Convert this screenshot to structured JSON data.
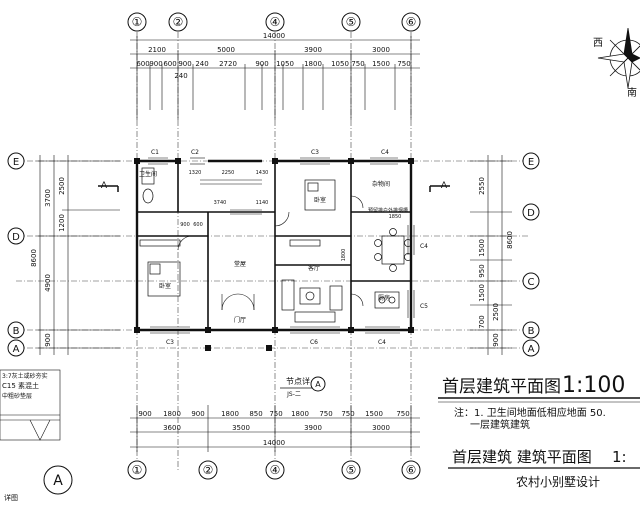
{
  "axis_labels": {
    "columns": [
      "①",
      "②",
      "④",
      "⑤",
      "⑥"
    ],
    "rows": [
      "E",
      "D",
      "C",
      "B",
      "A"
    ]
  },
  "dimensions": {
    "top_row1": [
      "14000"
    ],
    "top_row2": [
      "2100",
      "5000",
      "3900",
      "3000"
    ],
    "top_row3": [
      "600",
      "900",
      "600",
      "900",
      "240",
      "2720",
      "900",
      "1050",
      "1800",
      "1050",
      "750",
      "1500",
      "750"
    ],
    "top_240": "240",
    "bottom_row1": [
      "900",
      "1800",
      "900",
      "1800",
      "850",
      "750",
      "1800",
      "750",
      "750",
      "1500",
      "750"
    ],
    "bottom_row2": [
      "3600",
      "3500",
      "3900",
      "3000"
    ],
    "bottom_row3": "14000",
    "left_outer": "8600",
    "left_mid": [
      "3700",
      "4900"
    ],
    "left_inner": [
      "2500",
      "1200",
      "900"
    ],
    "right_outer": "8600",
    "right_inner": [
      "2550",
      "1500",
      "950",
      "1500",
      "700",
      "2500"
    ],
    "right_900": "900",
    "interior": [
      "1320",
      "2250",
      "1430",
      "3740",
      "1140",
      "1850",
      "900",
      "600",
      "1800"
    ]
  },
  "windows": {
    "top": [
      "C1",
      "C2",
      "C3",
      "C4"
    ],
    "bottom": [
      "C3",
      "C6",
      "C4"
    ],
    "right": [
      "C4",
      "C5"
    ]
  },
  "rooms": {
    "toilet": "卫生间",
    "bedroom1": "卧室",
    "bedroom2": "卧室",
    "hall": "堂屋",
    "foyer": "门厅",
    "living": "客厅",
    "storage": "杂物间",
    "kitchen": "厨房"
  },
  "misc": {
    "section_mark": "A",
    "section_mark_right": "A",
    "slot_note": "预留排户外排烟槽",
    "node_detail": "节点详",
    "node_ref": "A",
    "node_sub": "JS-二",
    "compass_w": "西",
    "compass_s": "南",
    "detail_text1": "C15 素混土",
    "detail_text2": "3:7灰土或砂夯实",
    "detail_text3": "中粗砂垫层",
    "detail_circle": "A",
    "footer_text": "详图"
  },
  "title_block": {
    "title": "首层建筑平面图",
    "scale": "1:100",
    "note": "注：1. 卫生间地面低相应地面 50.",
    "note2": "一层建筑建筑",
    "title2": "首层建筑 建筑平面图",
    "scale2": "1:",
    "watermark": "农村小别墅设计"
  }
}
